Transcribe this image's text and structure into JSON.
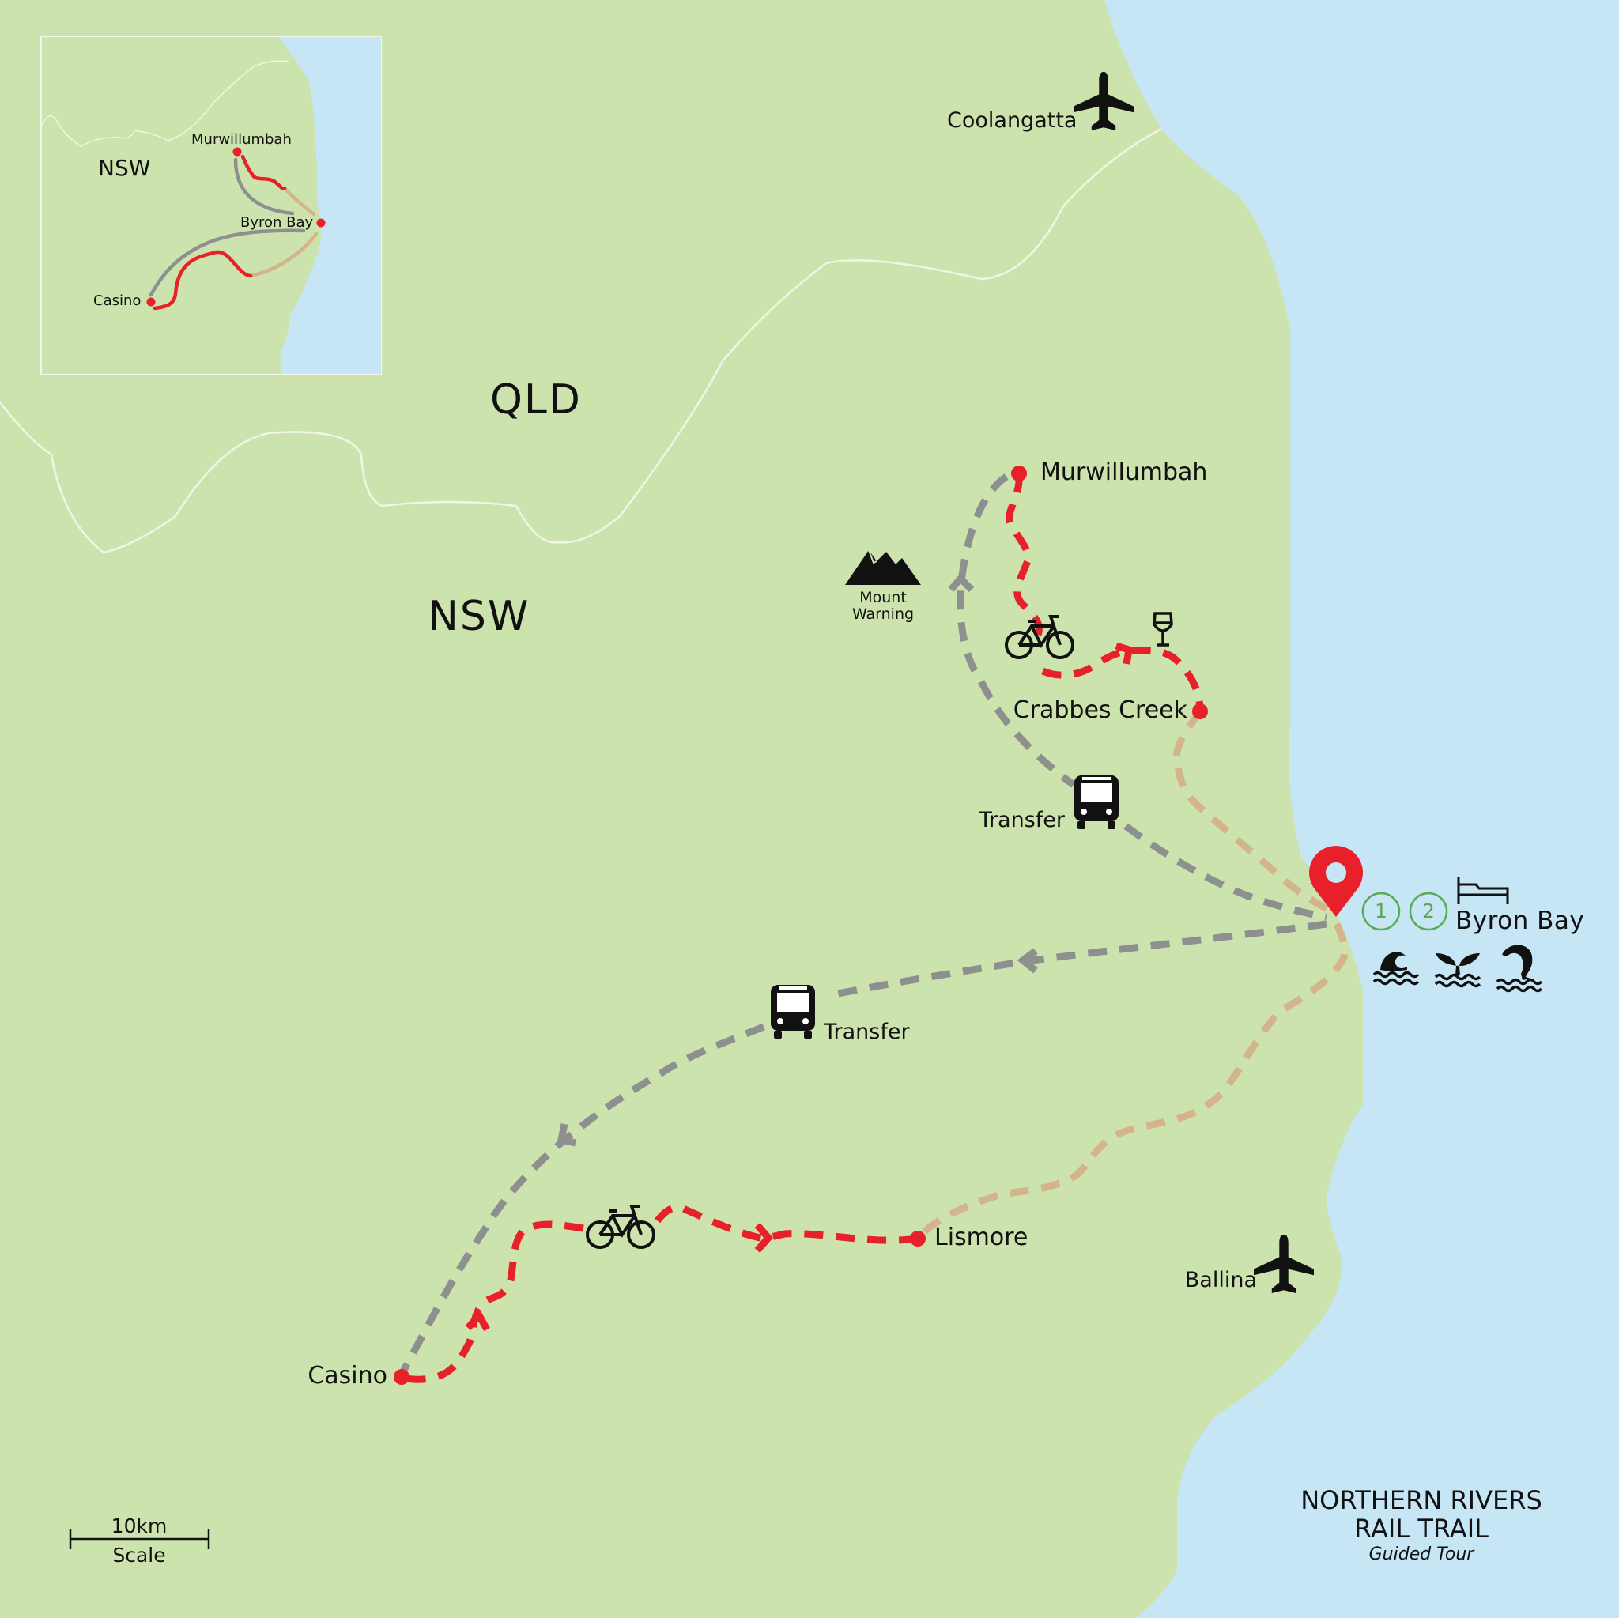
{
  "colors": {
    "land": "#cde3ad",
    "water": "#c6e5f5",
    "border": "#f2f5e6",
    "cycle_route": "#e8202a",
    "transfer_route": "#8e8f8f",
    "optional_route": "#d4b48c",
    "marker": "#e8202a",
    "day_badge": "#5aaa55"
  },
  "regions": {
    "qld": "QLD",
    "nsw": "NSW"
  },
  "places": {
    "coolangatta": "Coolangatta",
    "murwillumbah": "Murwillumbah",
    "mount_warning": [
      "Mount",
      "Warning"
    ],
    "crabbes_creek": "Crabbes Creek",
    "transfer_north": "Transfer",
    "transfer_south": "Transfer",
    "byron_bay": "Byron Bay",
    "lismore": "Lismore",
    "ballina": "Ballina",
    "casino": "Casino"
  },
  "day_badges": [
    "1",
    "2"
  ],
  "icons": [
    "airplane-icon",
    "mountain-icon",
    "bicycle-icon",
    "wine-glass-icon",
    "bus-icon",
    "map-pin-icon",
    "bed-icon",
    "surf-wave-icon",
    "whale-tail-icon",
    "dolphin-icon"
  ],
  "inset": {
    "region": "NSW",
    "murwillumbah": "Murwillumbah",
    "byron_bay": "Byron Bay",
    "casino": "Casino"
  },
  "scale": {
    "distance": "10km",
    "label": "Scale"
  },
  "title": {
    "line1": "NORTHERN RIVERS",
    "line2": "RAIL TRAIL",
    "subtitle": "Guided Tour"
  }
}
